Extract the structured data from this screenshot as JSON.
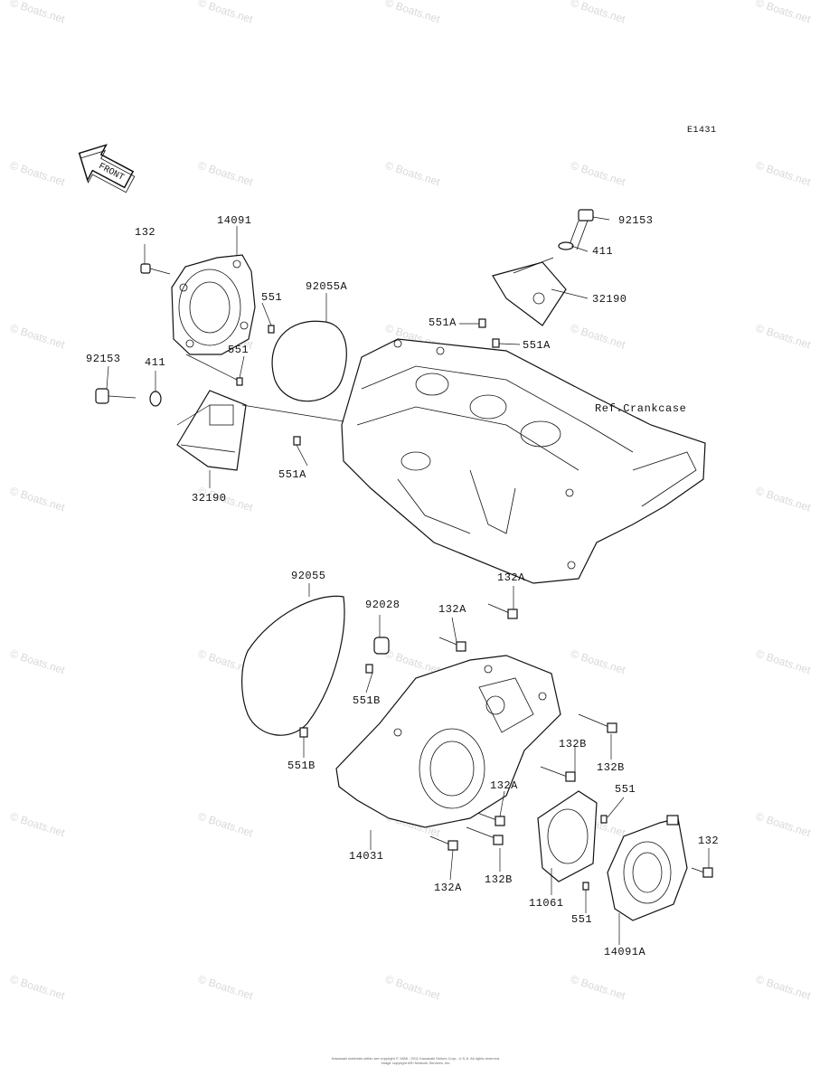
{
  "diagram": {
    "code": "E1431",
    "direction_arrow": "FRONT",
    "reference": "Ref.Crankcase",
    "callouts": [
      "92153",
      "411",
      "32190",
      "551A",
      "551A",
      "132",
      "14091",
      "551",
      "92055A",
      "551",
      "92153",
      "411",
      "551A",
      "32190",
      "92055",
      "132A",
      "92028",
      "132A",
      "551B",
      "132B",
      "551B",
      "132B",
      "132A",
      "551",
      "132",
      "14031",
      "132B",
      "132A",
      "11061",
      "551",
      "14091A"
    ]
  },
  "watermark": {
    "text": "© Boats.net"
  },
  "footer": {
    "line1": "Kawasaki materials within are copyright © 1988 - 2011 Kawasaki Motors Corp., U.S.A. All rights reserved.",
    "line2": "Image copyright ARI Network Services, Inc."
  },
  "colors": {
    "ink": "#111111",
    "watermark": "#d9d9d9",
    "background": "#ffffff"
  }
}
